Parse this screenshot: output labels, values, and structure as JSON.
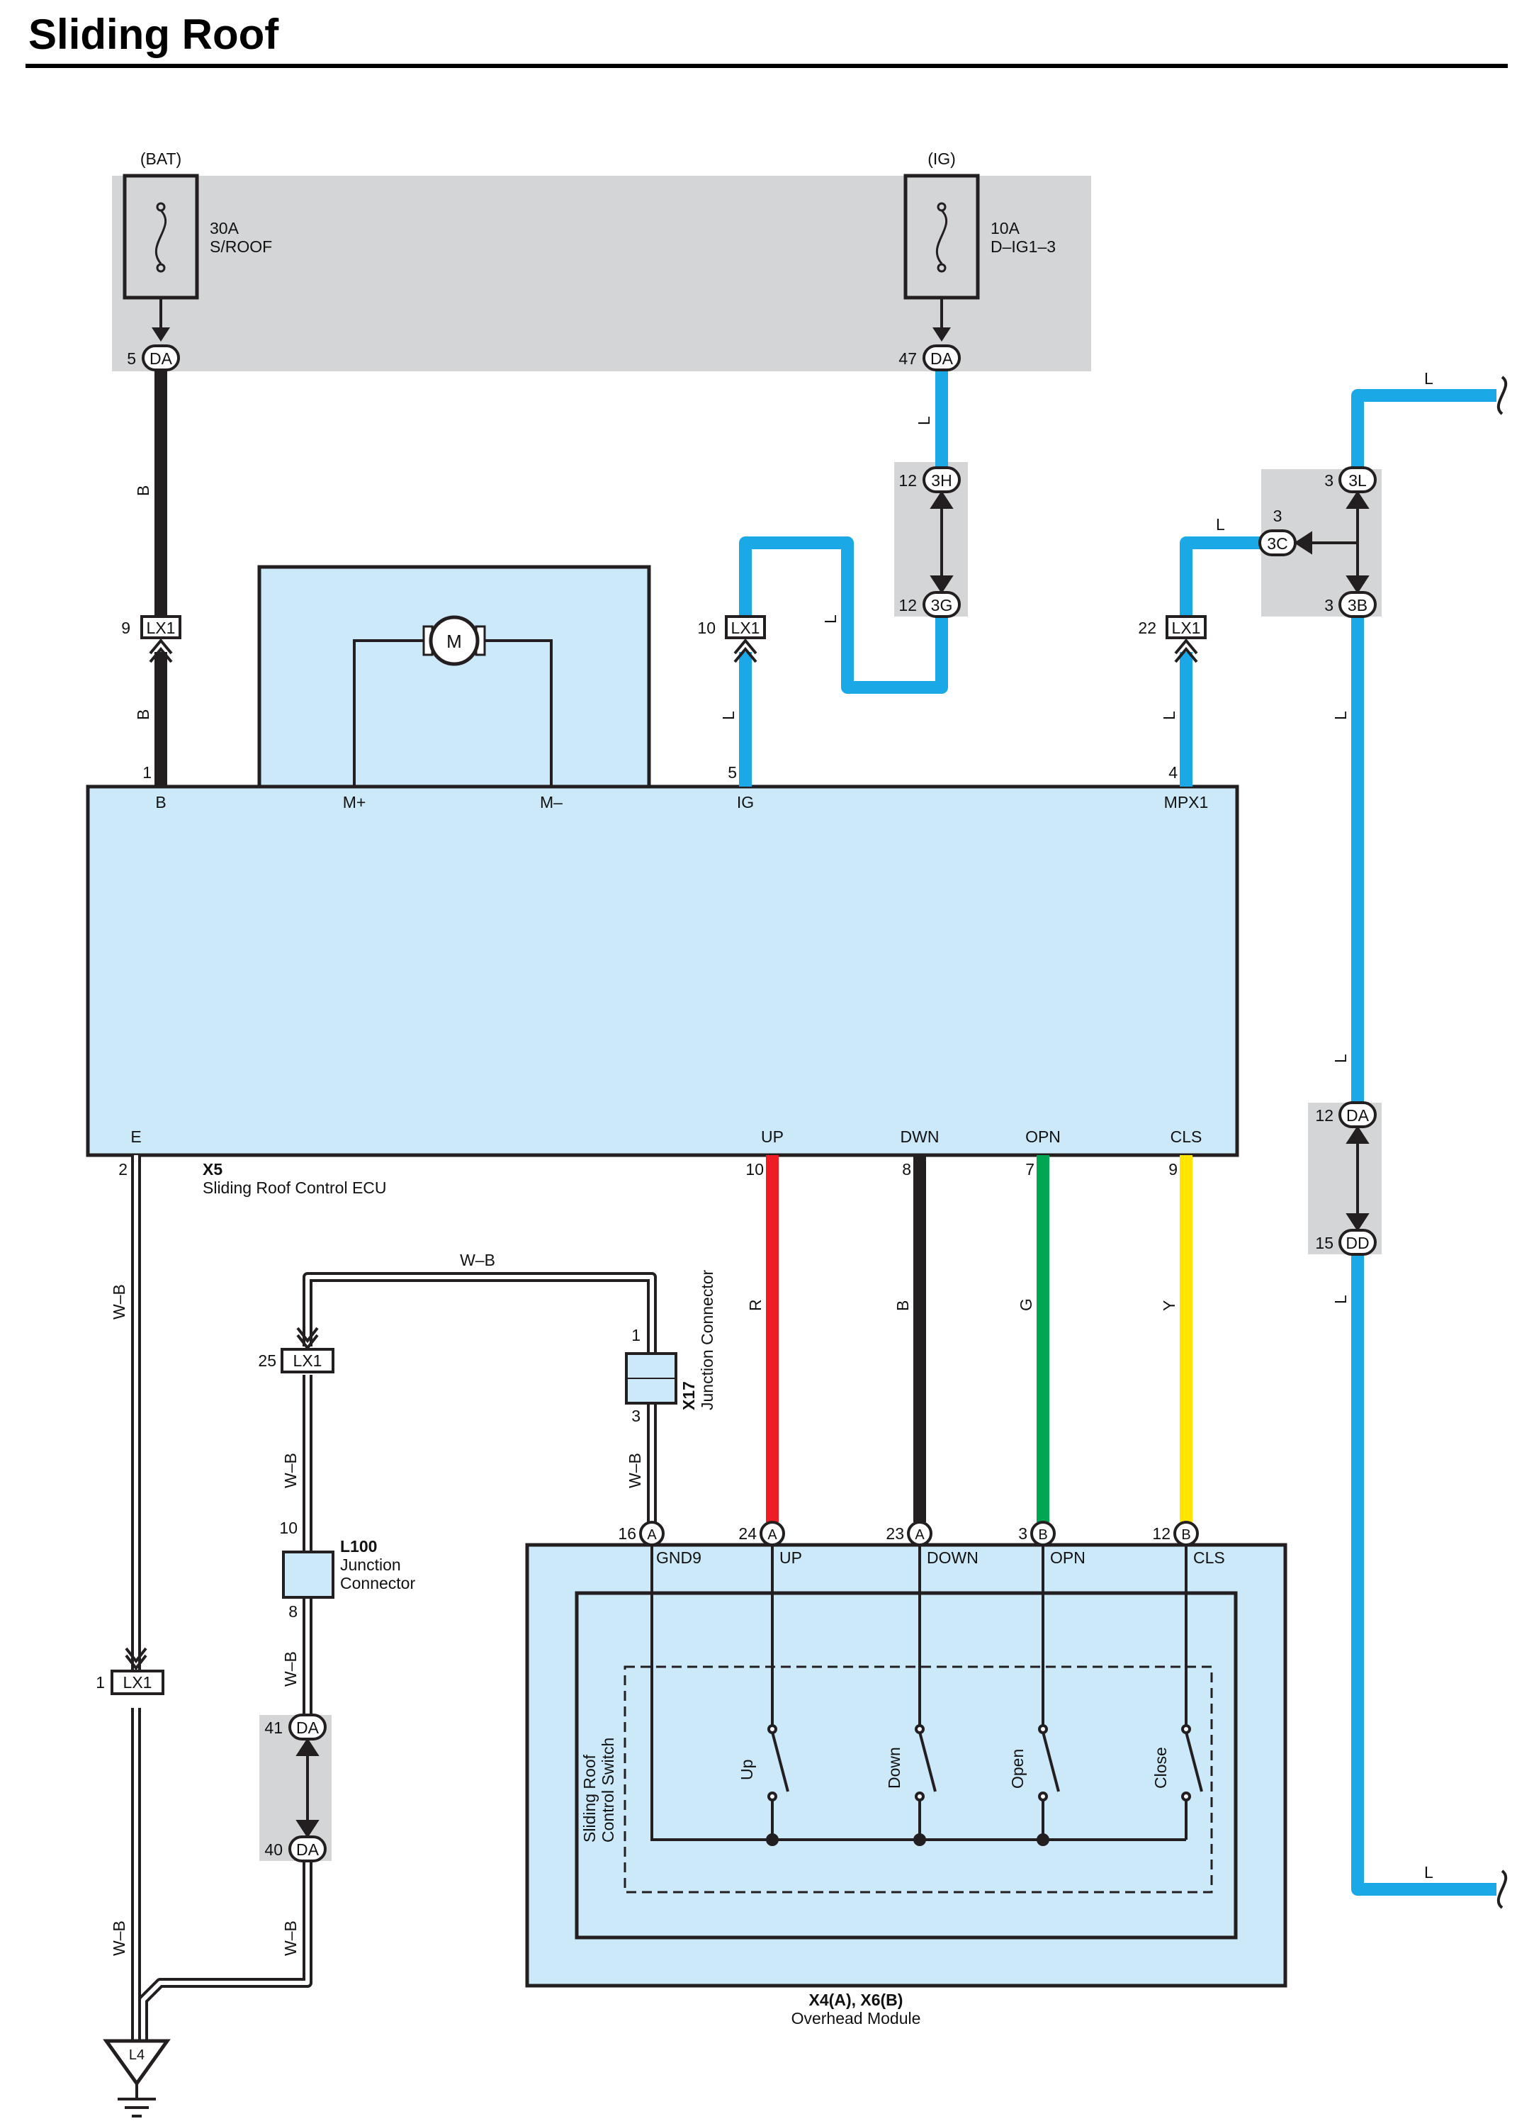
{
  "title": "Sliding Roof",
  "colors": {
    "wire_blue": "#1ba8e6",
    "wire_black": "#231f20",
    "wire_red": "#ee1c25",
    "wire_green": "#00a651",
    "wire_yellow": "#ffe500",
    "module_fill": "#cce9f9",
    "shade_gray": "#d4d5d6"
  },
  "fuses": [
    {
      "source": "(BAT)",
      "rating": "30A",
      "name": "S/ROOF",
      "pin": "5",
      "connector": "DA"
    },
    {
      "source": "(IG)",
      "rating": "10A",
      "name": "D–IG1–3",
      "pin": "47",
      "connector": "DA"
    }
  ],
  "ecu": {
    "code": "X5",
    "name": "Sliding Roof Control ECU",
    "motor": "M",
    "terminals": [
      {
        "label": "B",
        "pin": "1"
      },
      {
        "label": "M+",
        "pin": ""
      },
      {
        "label": "M–",
        "pin": ""
      },
      {
        "label": "IG",
        "pin": "5"
      },
      {
        "label": "MPX1",
        "pin": "4"
      },
      {
        "label": "E",
        "pin": "2"
      },
      {
        "label": "UP",
        "pin": "10"
      },
      {
        "label": "DWN",
        "pin": "8"
      },
      {
        "label": "OPN",
        "pin": "7"
      },
      {
        "label": "CLS",
        "pin": "9"
      }
    ]
  },
  "connectors": {
    "lx1_b": {
      "pin": "9",
      "name": "LX1"
    },
    "lx1_ig": {
      "pin": "10",
      "name": "LX1"
    },
    "lx1_mpx": {
      "pin": "22",
      "name": "LX1"
    },
    "lx1_gnd_top": {
      "pin": "25",
      "name": "LX1"
    },
    "lx1_gnd_left": {
      "pin": "1",
      "name": "LX1"
    },
    "c3h": {
      "pin": "12",
      "name": "3H"
    },
    "c3g": {
      "pin": "12",
      "name": "3G"
    },
    "c3l": {
      "pin": "3",
      "name": "3L"
    },
    "c3c": {
      "pin": "3",
      "name": "3C"
    },
    "c3b": {
      "pin": "3",
      "name": "3B"
    },
    "cda12": {
      "pin": "12",
      "name": "DA"
    },
    "cdd15": {
      "pin": "15",
      "name": "DD"
    },
    "cda41": {
      "pin": "41",
      "name": "DA"
    },
    "cda40": {
      "pin": "40",
      "name": "DA"
    }
  },
  "wires": {
    "b": "B",
    "l": "L",
    "wb": "W–B",
    "r": "R",
    "g": "G",
    "y": "Y"
  },
  "junction_x17": {
    "code": "X17",
    "name": "Junction Connector",
    "pin_top": "1",
    "pin_bottom": "3"
  },
  "junction_l100": {
    "code": "L100",
    "name_line1": "Junction",
    "name_line2": "Connector",
    "pin_top": "10",
    "pin_bottom": "8"
  },
  "ground": "L4",
  "overhead": {
    "code": "X4(A), X6(B)",
    "name": "Overhead Module",
    "switch_group_line1": "Sliding Roof",
    "switch_group_line2": "Control Switch",
    "terminals": [
      {
        "pin": "16",
        "conn": "A",
        "label": "GND9"
      },
      {
        "pin": "24",
        "conn": "A",
        "label": "UP"
      },
      {
        "pin": "23",
        "conn": "A",
        "label": "DOWN"
      },
      {
        "pin": "3",
        "conn": "B",
        "label": "OPN"
      },
      {
        "pin": "12",
        "conn": "B",
        "label": "CLS"
      }
    ],
    "switches": [
      "Up",
      "Down",
      "Open",
      "Close"
    ]
  }
}
